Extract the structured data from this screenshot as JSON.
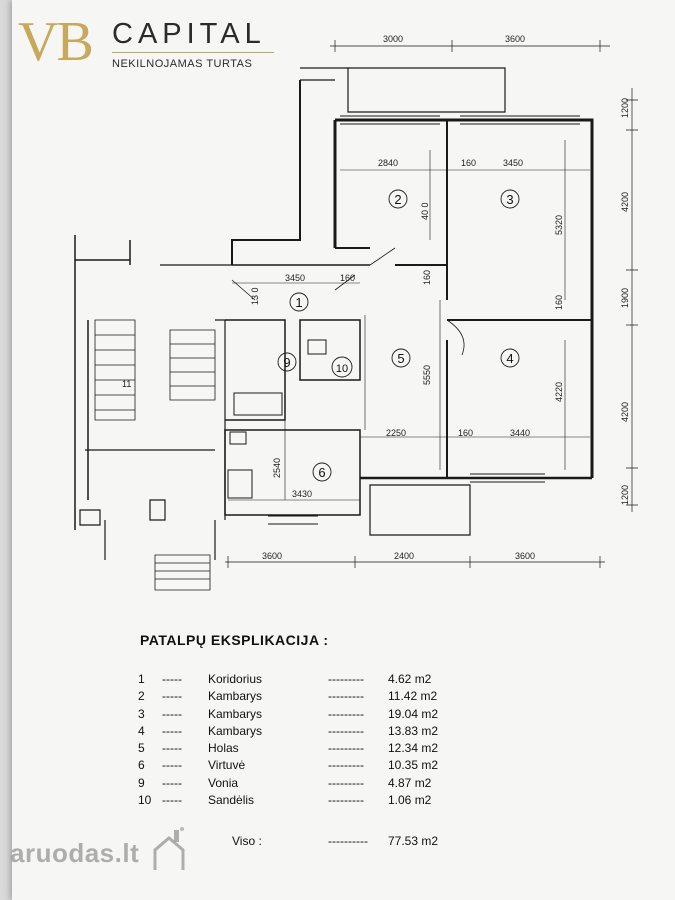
{
  "logo": {
    "mark": "VB",
    "name": "CAPITAL",
    "subtitle": "NEKILNOJAMAS TURTAS"
  },
  "plan": {
    "dimensions": {
      "top_left": "3000",
      "top_right": "3600",
      "r2_width": "2840",
      "wall_a": "160",
      "r3_width": "3450",
      "r1_width": "3450",
      "wall_b": "160",
      "r1_depth": "13 0",
      "r2_depth": "40 0",
      "r3_depth": "5320",
      "hall_wall": "160",
      "hall_depth": "5550",
      "r4_wall": "160",
      "r4_depth": "4220",
      "hall_bottom": "2250",
      "wall_c": "160",
      "r4_width": "3440",
      "r6_depth": "2540",
      "r6_width": "3430",
      "bottom_left": "3600",
      "bottom_mid": "2400",
      "bottom_right": "3600",
      "right_1": "1200",
      "right_2": "4200",
      "right_3": "1900",
      "right_4": "4200",
      "right_5": "1200",
      "stair_mark": "11"
    },
    "rooms": [
      "1",
      "2",
      "3",
      "4",
      "5",
      "6",
      "9",
      "10"
    ]
  },
  "explication": {
    "title": "PATALPŲ   EKSPLIKACIJA :",
    "rows": [
      {
        "no": "1",
        "dash1": "-----",
        "name": "Koridorius",
        "dash2": "---------",
        "area": "4.62 m2"
      },
      {
        "no": "2",
        "dash1": "-----",
        "name": "Kambarys",
        "dash2": "---------",
        "area": "11.42 m2"
      },
      {
        "no": "3",
        "dash1": "-----",
        "name": "Kambarys",
        "dash2": "---------",
        "area": "19.04 m2"
      },
      {
        "no": "4",
        "dash1": "-----",
        "name": "Kambarys",
        "dash2": "---------",
        "area": "13.83 m2"
      },
      {
        "no": "5",
        "dash1": "-----",
        "name": "Holas",
        "dash2": "---------",
        "area": "12.34 m2"
      },
      {
        "no": "6",
        "dash1": "-----",
        "name": "Virtuvė",
        "dash2": "---------",
        "area": "10.35 m2"
      },
      {
        "no": "9",
        "dash1": "-----",
        "name": "Vonia",
        "dash2": "---------",
        "area": "4.87 m2"
      },
      {
        "no": "10",
        "dash1": "-----",
        "name": "Sandėlis",
        "dash2": "---------",
        "area": "1.06 m2"
      }
    ],
    "total_label": "Viso :",
    "total_dash": "----------",
    "total_area": "77.53 m2"
  },
  "watermark": {
    "text_main": "aruodas",
    "text_tld": ".lt"
  }
}
